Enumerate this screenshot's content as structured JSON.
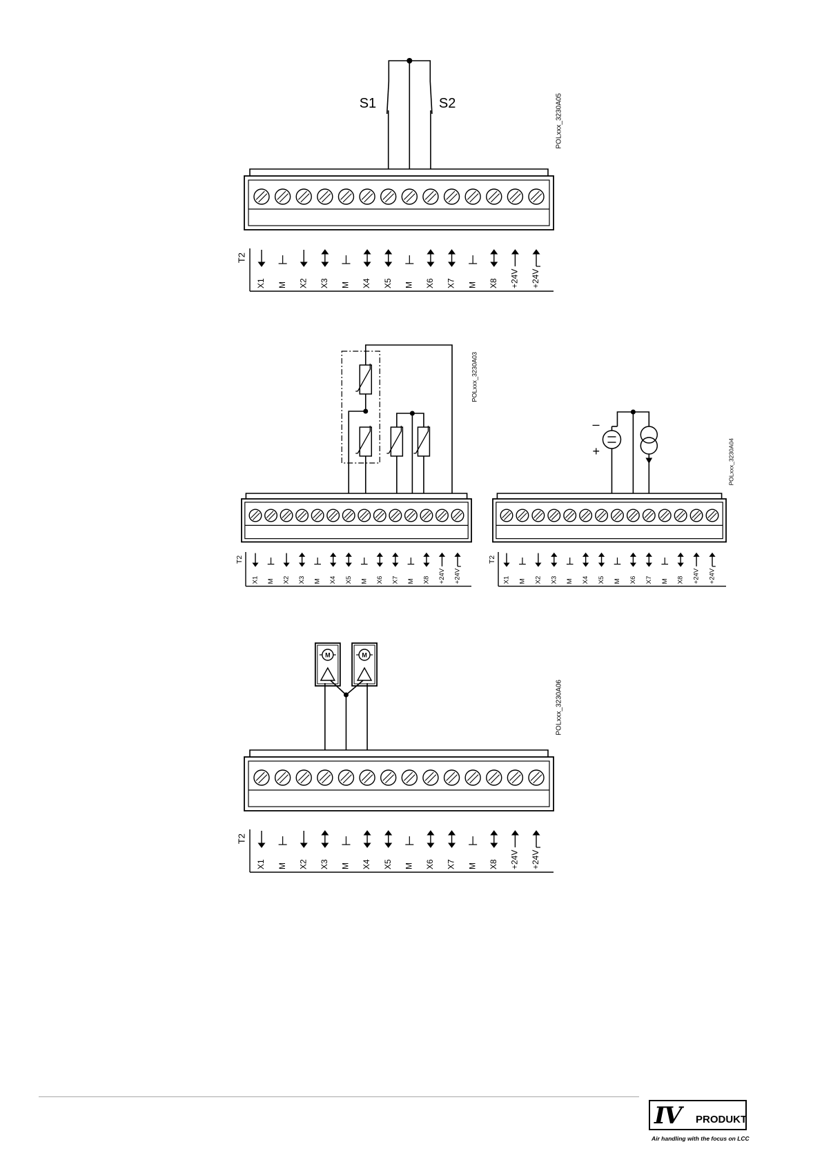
{
  "diagrams": [
    {
      "id": "switches",
      "code": "POLxxx_3230A05",
      "switch_labels": [
        "S1",
        "S2"
      ],
      "device": "switch-pair"
    },
    {
      "id": "sensors",
      "code": "POLxxx_3230A03",
      "device": "ntc-sensors"
    },
    {
      "id": "voltage-current-sources",
      "code": "POLxxx_3230A04",
      "source_signs": [
        "–",
        "+"
      ],
      "device": "voltage-and-current-source"
    },
    {
      "id": "actuators",
      "code": "POLxxx_3230A06",
      "motor_label": "M",
      "device": "two-motor-actuators"
    }
  ],
  "terminal_block": {
    "name": "T2",
    "terminals": [
      {
        "label": "X1",
        "symbol": "arrow-down"
      },
      {
        "label": "M",
        "symbol": "ground"
      },
      {
        "label": "X2",
        "symbol": "arrow-down"
      },
      {
        "label": "X3",
        "symbol": "arrow-both"
      },
      {
        "label": "M",
        "symbol": "ground"
      },
      {
        "label": "X4",
        "symbol": "arrow-both"
      },
      {
        "label": "X5",
        "symbol": "arrow-both"
      },
      {
        "label": "M",
        "symbol": "ground"
      },
      {
        "label": "X6",
        "symbol": "arrow-both"
      },
      {
        "label": "X7",
        "symbol": "arrow-both"
      },
      {
        "label": "M",
        "symbol": "ground"
      },
      {
        "label": "X8",
        "symbol": "arrow-both"
      },
      {
        "label": "+24V",
        "symbol": "arrow-up"
      },
      {
        "label": "+24V",
        "symbol": "arrow-up-tee"
      }
    ]
  },
  "footer": {
    "logo_text_iv": "IV",
    "logo_text_produkt": "PRODUKT",
    "tagline": "Air handling with the focus on LCC"
  }
}
